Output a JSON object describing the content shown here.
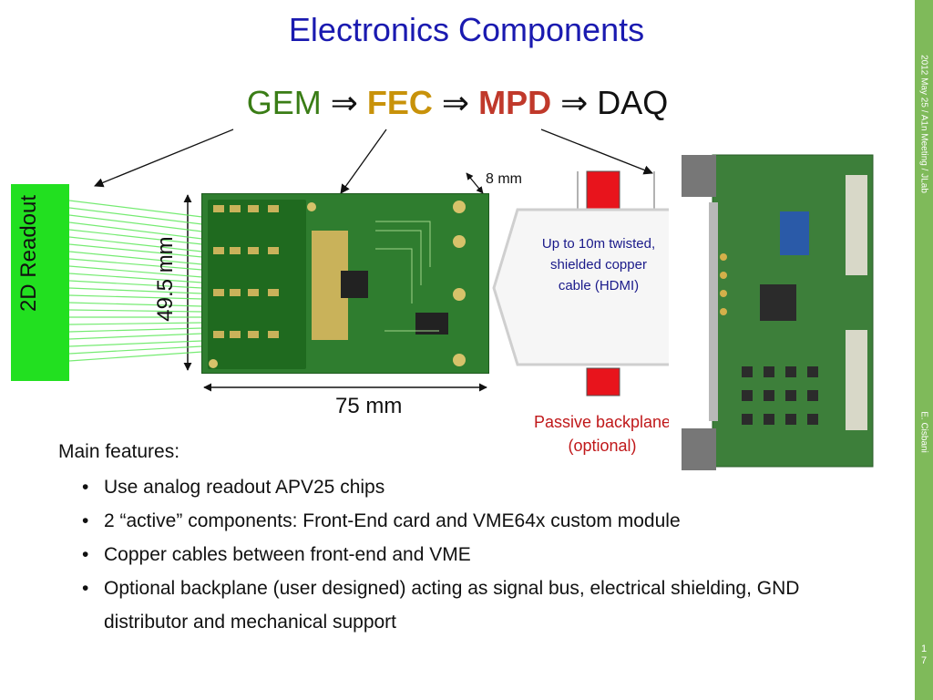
{
  "slide": {
    "title": "Electronics Components",
    "chain": {
      "gem": "GEM",
      "fec": "FEC",
      "mpd": "MPD",
      "daq": "DAQ",
      "arrow": "⇒"
    },
    "readout_label": "2D Readout",
    "dim_height": "49.5 mm",
    "dim_width": "75 mm",
    "dim_gap": "8 mm",
    "cable_text": "Up to 10m twisted, shielded copper cable (HDMI)",
    "backplane_text": "Passive backplane (optional)",
    "features_title": "Main features:",
    "features": [
      "Use analog readout APV25 chips",
      "2 “active” components: Front-End card and VME64x custom module",
      "Copper cables between front-end and VME",
      "Optional backplane (user designed) acting as signal bus, electrical shielding, GND distributor and mechanical support"
    ]
  },
  "sidebar": {
    "meeting": "2012 May 25 / A1n Meeting / JLab",
    "author": "E. Cisbani",
    "page_number": "17"
  },
  "colors": {
    "title": "#1a1ab0",
    "gem": "#3a7d16",
    "fec": "#c8920a",
    "mpd": "#c0392b",
    "readout": "#22e020",
    "sidebar": "#7fba5a",
    "backplane": "#c0181a"
  }
}
